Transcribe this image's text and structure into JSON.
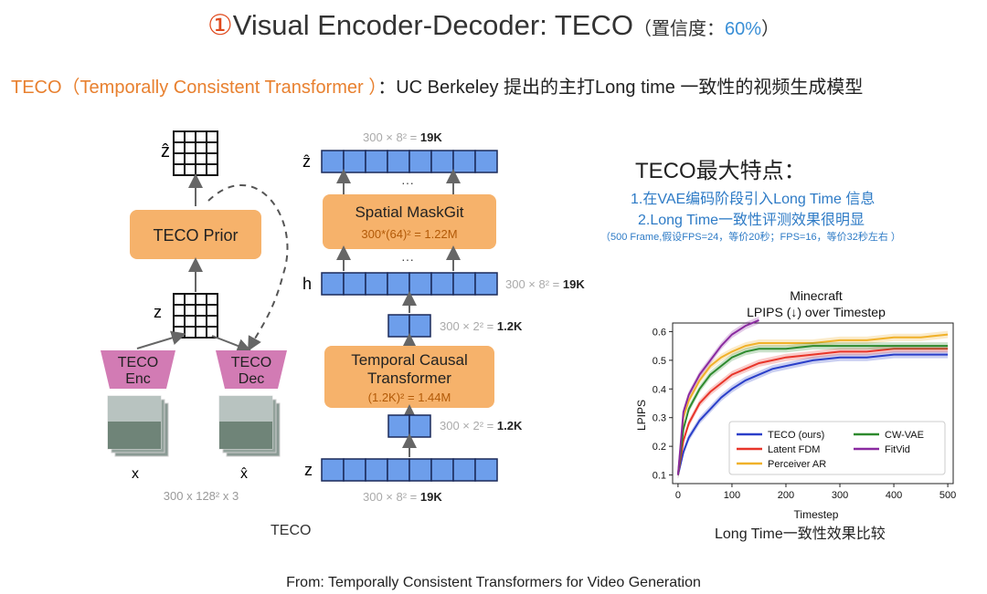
{
  "header": {
    "num": "①",
    "title": "Visual Encoder-Decoder: TECO",
    "conf_label": "（置信度：",
    "conf_value": "60%",
    "conf_close": "）"
  },
  "subtitle": {
    "name": "TECO（Temporally Consistent Transformer ）",
    "desc": "：UC Berkeley 提出的主打Long time 一致性的视频生成模型"
  },
  "features": {
    "title": "TECO最大特点：",
    "item1": "1.在VAE编码阶段引入Long Time 信息",
    "item2": "2.Long Time一致性评测效果很明显",
    "note": "（500 Frame,假设FPS=24，等价20秒；FPS=16，等价32秒左右 ）"
  },
  "diagram_left": {
    "zhat": "ẑ",
    "prior": "TECO Prior",
    "z": "z",
    "enc_line1": "TECO",
    "enc_line2": "Enc",
    "dec_line1": "TECO",
    "dec_line2": "Dec",
    "x": "x",
    "xhat": "x̂",
    "size": "300 x 128² x 3",
    "caption": "TECO"
  },
  "diagram_right": {
    "zhat": "ẑ",
    "top_size_a": "300 × 8² = ",
    "top_size_b": "19K",
    "dots_top": "···",
    "maskgit": "Spatial MaskGit",
    "maskgit_params": "300*(64)² = 1.22M",
    "dots_mid": "···",
    "h": "h",
    "h_size_a": "300 × 8² = ",
    "h_size_b": "19K",
    "mid_size_a": "300 × 2² = ",
    "mid_size_b": "1.2K",
    "tct_line1": "Temporal Causal",
    "tct_line2": "Transformer",
    "tct_params": "(1.2K)² = 1.44M",
    "low_size_a": "300 × 2² = ",
    "low_size_b": "1.2K",
    "z": "z",
    "bot_size_a": "300 × 8² = ",
    "bot_size_b": "19K"
  },
  "colors": {
    "orange_box": "#f6b26b",
    "pink_trap": "#d27bb4",
    "blue_cell": "#6d9eeb",
    "highlight_orange": "#e8802f",
    "feature_blue": "#2e7bc6"
  },
  "chart_data": {
    "type": "line",
    "title": "Minecraft",
    "subtitle": "LPIPS (↓) over Timestep",
    "xlabel": "Timestep",
    "ylabel": "LPIPS",
    "xlim": [
      -10,
      510
    ],
    "ylim": [
      0.07,
      0.63
    ],
    "xticks": [
      0,
      100,
      200,
      300,
      400,
      500
    ],
    "yticks": [
      0.1,
      0.2,
      0.3,
      0.4,
      0.5,
      0.6
    ],
    "legend_position": "bottom-right",
    "x": [
      0,
      10,
      20,
      40,
      60,
      80,
      100,
      125,
      150,
      175,
      200,
      250,
      300,
      350,
      400,
      450,
      500
    ],
    "series": [
      {
        "name": "TECO (ours)",
        "color": "#2a3fc9",
        "values": [
          0.1,
          0.18,
          0.23,
          0.29,
          0.33,
          0.37,
          0.4,
          0.43,
          0.45,
          0.47,
          0.48,
          0.5,
          0.51,
          0.51,
          0.52,
          0.52,
          0.52
        ]
      },
      {
        "name": "Latent FDM",
        "color": "#e8352a",
        "values": [
          0.1,
          0.22,
          0.28,
          0.35,
          0.39,
          0.42,
          0.45,
          0.47,
          0.49,
          0.5,
          0.51,
          0.52,
          0.53,
          0.53,
          0.54,
          0.54,
          0.54
        ]
      },
      {
        "name": "Perceiver AR",
        "color": "#f0b12a",
        "values": [
          0.1,
          0.3,
          0.36,
          0.43,
          0.48,
          0.51,
          0.53,
          0.55,
          0.56,
          0.56,
          0.56,
          0.56,
          0.57,
          0.57,
          0.58,
          0.58,
          0.59
        ]
      },
      {
        "name": "CW-VAE",
        "color": "#2e8a2e",
        "values": [
          0.1,
          0.26,
          0.33,
          0.4,
          0.45,
          0.48,
          0.51,
          0.53,
          0.54,
          0.54,
          0.54,
          0.55,
          0.55,
          0.55,
          0.55,
          0.55,
          0.55
        ]
      },
      {
        "name": "FitVid",
        "color": "#8a2aa0",
        "values": [
          0.1,
          0.32,
          0.38,
          0.45,
          0.5,
          0.55,
          0.59,
          0.62,
          0.64,
          null,
          null,
          null,
          null,
          null,
          null,
          null,
          null
        ]
      }
    ],
    "caption": "Long Time一致性效果比较"
  },
  "footer": "From: Temporally Consistent Transformers for Video Generation"
}
